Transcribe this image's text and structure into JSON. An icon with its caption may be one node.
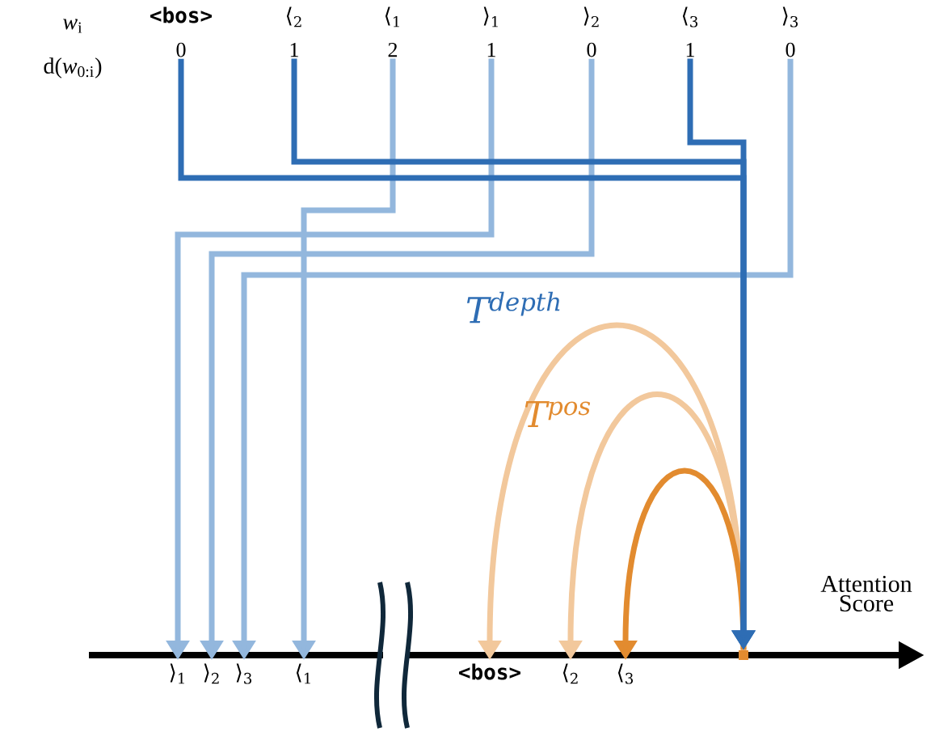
{
  "diagram": {
    "nodes": [
      {
        "text": [
          "<bos>",
          "0"
        ]
      },
      {
        "text": [
          "⟨$_{2}$",
          "1"
        ]
      },
      {
        "text": [
          "⟨$_{1}$",
          "2"
        ]
      },
      {
        "text": [
          "⟩$_{1}$",
          "1"
        ]
      },
      {
        "text": [
          "⟩$_{2}$",
          "0"
        ]
      },
      {
        "text": [
          "⟨$_{3}$",
          "1"
        ]
      },
      {
        "text": [
          "⟩$_{3}$",
          "0"
        ]
      },
      {
        "text": [
          "⟩$_{1}$"
        ]
      },
      {
        "text": [
          "⟩$_{2}$"
        ]
      },
      {
        "text": [
          "⟩$_{3}$"
        ]
      },
      {
        "text": [
          "⟨$_{1}$"
        ]
      },
      {
        "text": [
          "<bos>"
        ]
      },
      {
        "text": [
          "⟨$_{2}$"
        ]
      },
      {
        "text": [
          "⟨$_{3}$"
        ]
      },
      {
        "text": [],
        "shape": "box"
      }
    ],
    "edges": [
      {
        "from": 0,
        "to": 14,
        "arrow": "to",
        "color": "#2e6db4"
      },
      {
        "from": 1,
        "to": 14,
        "arrow": "to",
        "color": "#2e6db4"
      },
      {
        "from": 5,
        "to": 14,
        "arrow": "to",
        "color": "#2e6db4"
      },
      {
        "from": 2,
        "to": 10,
        "arrow": "to",
        "color": "#93b7dd"
      },
      {
        "from": 3,
        "to": 7,
        "arrow": "to",
        "color": "#93b7dd"
      },
      {
        "from": 4,
        "to": 8,
        "arrow": "to",
        "color": "#93b7dd"
      },
      {
        "from": 6,
        "to": 9,
        "arrow": "to",
        "color": "#93b7dd"
      },
      {
        "from": 14,
        "to": 11,
        "arrow": "to",
        "color": "#f2c89c"
      },
      {
        "from": 14,
        "to": 12,
        "arrow": "to",
        "color": "#f2c89c"
      },
      {
        "from": 14,
        "to": 13,
        "arrow": "to",
        "color": "#e28b2f"
      }
    ],
    "labels": [
      "*w*$_{i}$",
      "d(*w*$_{0:i}$)",
      "T$^{depth}$",
      "T$^{pos}$",
      "Attention Score"
    ]
  }
}
